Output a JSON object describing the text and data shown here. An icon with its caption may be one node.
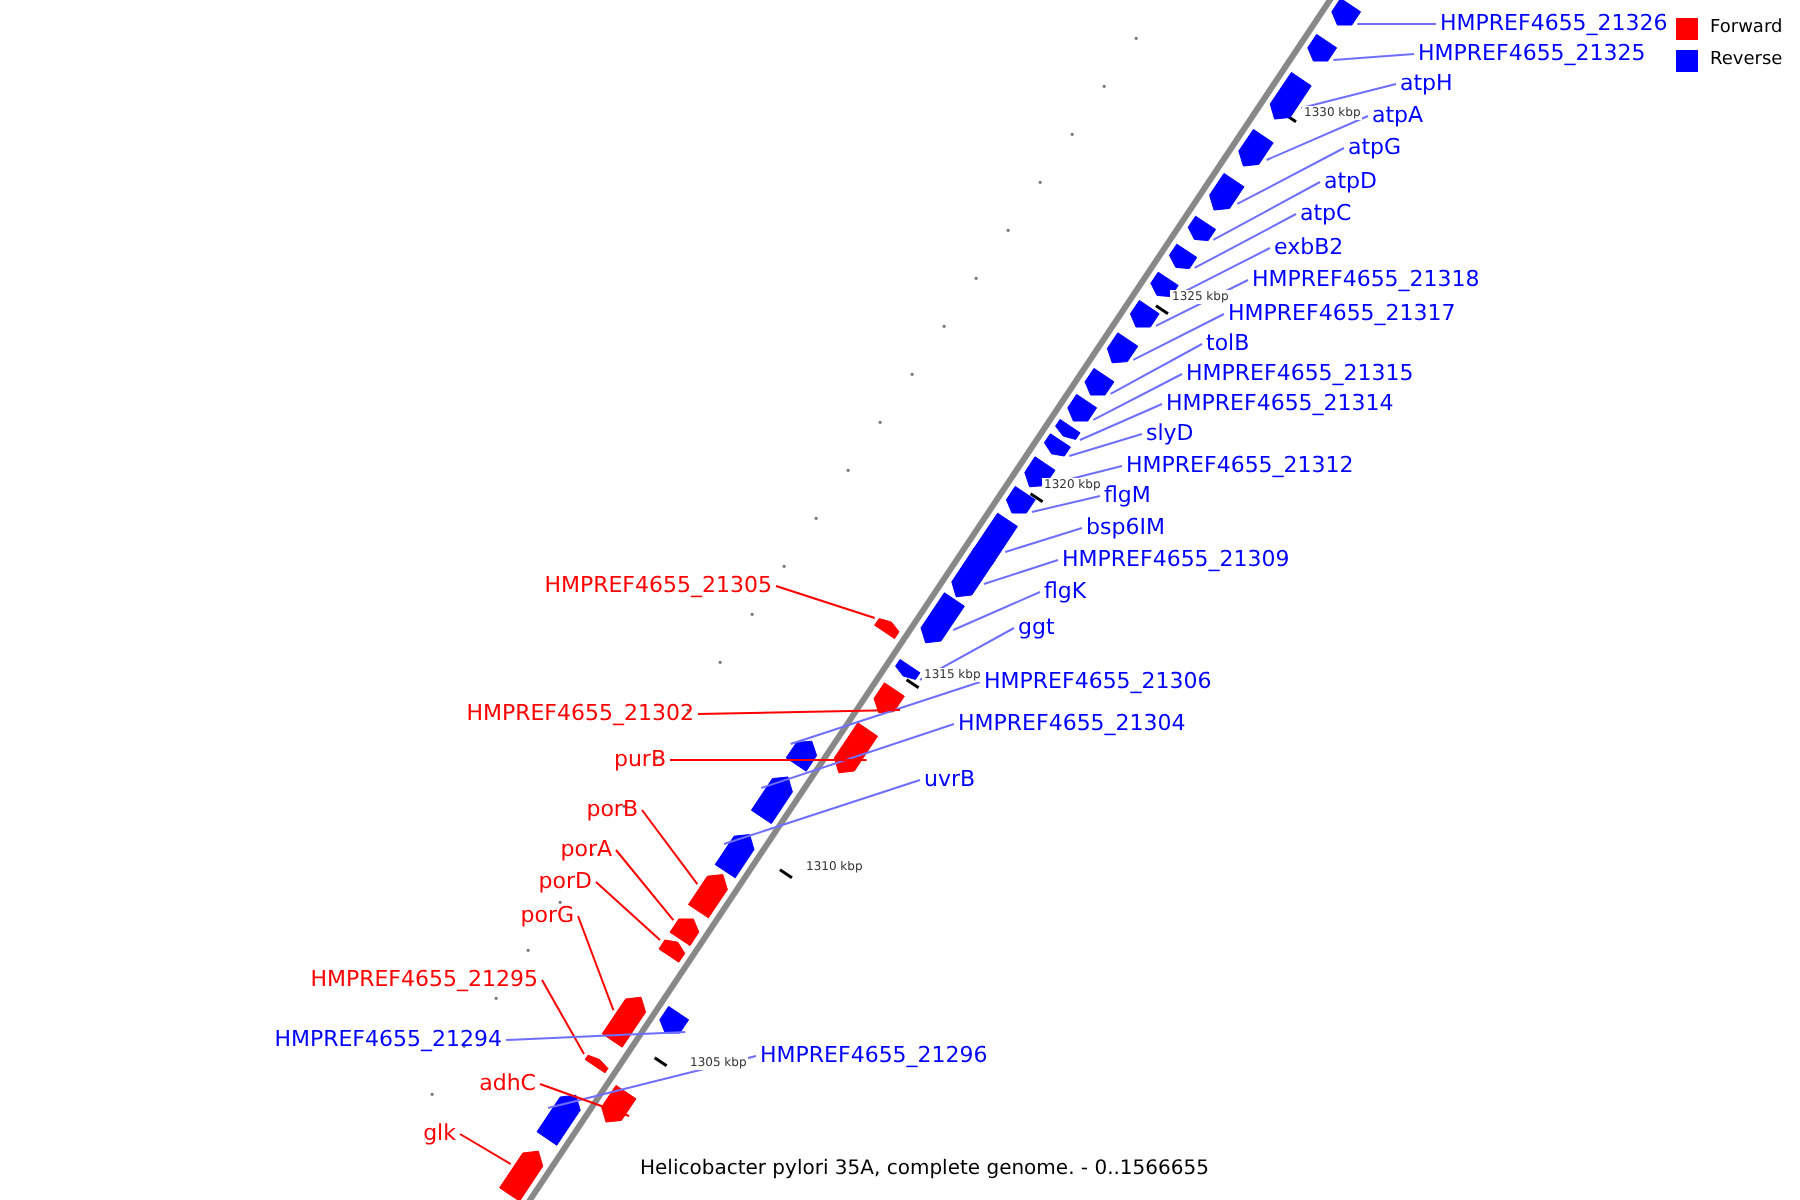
{
  "diagram": {
    "caption": "Helicobacter pylori 35A, complete genome. - 0..1566655",
    "nodes": [
      {
        "text": [
          "HMPREF4655_21326"
        ]
      },
      {
        "text": [],
        "shape": "bar"
      },
      {
        "text": [
          "HMPREF4655_21325"
        ]
      },
      {
        "text": [],
        "shape": "bar"
      },
      {
        "text": [
          "atpH"
        ]
      },
      {
        "text": [],
        "shape": "bar"
      },
      {
        "text": [
          "atpA"
        ]
      },
      {
        "text": [],
        "shape": "bar"
      },
      {
        "text": [
          "atpG"
        ]
      },
      {
        "text": [],
        "shape": "bar"
      },
      {
        "text": [
          "atpD"
        ]
      },
      {
        "text": [],
        "shape": "bar"
      },
      {
        "text": [
          "atpC"
        ]
      },
      {
        "text": [],
        "shape": "bar"
      },
      {
        "text": [
          "exbB2"
        ]
      },
      {
        "text": [],
        "shape": "bar"
      },
      {
        "text": [
          "HMPREF4655_21318"
        ]
      },
      {
        "text": [],
        "shape": "bar"
      },
      {
        "text": [
          "HMPREF4655_21317"
        ]
      },
      {
        "text": [],
        "shape": "bar"
      },
      {
        "text": [
          "tolB"
        ]
      },
      {
        "text": [],
        "shape": "bar"
      },
      {
        "text": [
          "HMPREF4655_21315"
        ]
      },
      {
        "text": [],
        "shape": "bar"
      },
      {
        "text": [
          "HMPREF4655_21314"
        ]
      },
      {
        "text": [],
        "shape": "bar"
      },
      {
        "text": [
          "slyD"
        ]
      },
      {
        "text": [],
        "shape": "bar"
      },
      {
        "text": [
          "HMPREF4655_21312"
        ]
      },
      {
        "text": [],
        "shape": "bar"
      },
      {
        "text": [
          "flgM"
        ]
      },
      {
        "text": [],
        "shape": "bar"
      },
      {
        "text": [
          "bsp6IM"
        ]
      },
      {
        "text": [],
        "shape": "bar"
      },
      {
        "text": [
          "HMPREF4655_21309"
        ]
      },
      {
        "text": [],
        "shape": "bar"
      },
      {
        "text": [
          "HMPREF4655_21305"
        ]
      },
      {
        "text": [],
        "shape": "bar"
      },
      {
        "text": [
          "flgK"
        ]
      },
      {
        "text": [],
        "shape": "bar"
      },
      {
        "text": [
          "ggt"
        ]
      },
      {
        "text": [],
        "shape": "bar"
      },
      {
        "text": [
          "HMPREF4655_21306"
        ]
      },
      {
        "text": [],
        "shape": "bar"
      },
      {
        "text": [
          "HMPREF4655_21302"
        ]
      },
      {
        "text": [],
        "shape": "bar"
      },
      {
        "text": [
          "HMPREF4655_21304"
        ]
      },
      {
        "text": [],
        "shape": "bar"
      },
      {
        "text": [
          "purB"
        ]
      },
      {
        "text": [],
        "shape": "bar"
      },
      {
        "text": [
          "uvrB"
        ]
      },
      {
        "text": [],
        "shape": "bar"
      },
      {
        "text": [
          "porB"
        ]
      },
      {
        "text": [],
        "shape": "bar"
      },
      {
        "text": [
          "porA"
        ]
      },
      {
        "text": [],
        "shape": "bar"
      },
      {
        "text": [
          "porD"
        ]
      },
      {
        "text": [],
        "shape": "bar"
      },
      {
        "text": [
          "porG"
        ]
      },
      {
        "text": [],
        "shape": "bar"
      },
      {
        "text": [
          "HMPREF4655_21295"
        ]
      },
      {
        "text": [],
        "shape": "bar"
      },
      {
        "text": [
          "HMPREF4655_21294"
        ]
      },
      {
        "text": [],
        "shape": "bar"
      },
      {
        "text": [
          "HMPREF4655_21296"
        ]
      },
      {
        "text": [],
        "shape": "bar"
      },
      {
        "text": [
          "adhC"
        ]
      },
      {
        "text": [],
        "shape": "bar"
      },
      {
        "text": [
          "glk"
        ]
      },
      {
        "text": [],
        "shape": "bar"
      }
    ],
    "edges": [
      {
        "from": 0,
        "to": 1,
        "arrow": "none"
      },
      {
        "from": 2,
        "to": 3,
        "arrow": "none"
      },
      {
        "from": 4,
        "to": 5,
        "arrow": "none"
      },
      {
        "from": 6,
        "to": 7,
        "arrow": "none"
      },
      {
        "from": 8,
        "to": 9,
        "arrow": "none"
      },
      {
        "from": 10,
        "to": 11,
        "arrow": "none"
      },
      {
        "from": 12,
        "to": 13,
        "arrow": "none"
      },
      {
        "from": 14,
        "to": 15,
        "arrow": "none"
      },
      {
        "from": 16,
        "to": 17,
        "arrow": "none"
      },
      {
        "from": 18,
        "to": 19,
        "arrow": "none"
      },
      {
        "from": 20,
        "to": 21,
        "arrow": "none"
      },
      {
        "from": 22,
        "to": 23,
        "arrow": "none"
      },
      {
        "from": 24,
        "to": 25,
        "arrow": "none"
      },
      {
        "from": 26,
        "to": 27,
        "arrow": "none"
      },
      {
        "from": 28,
        "to": 29,
        "arrow": "none"
      },
      {
        "from": 30,
        "to": 31,
        "arrow": "none"
      },
      {
        "from": 32,
        "to": 33,
        "arrow": "none"
      },
      {
        "from": 34,
        "to": 35,
        "arrow": "none"
      },
      {
        "from": 36,
        "to": 37,
        "arrow": "none",
        "color": "#ff0000"
      },
      {
        "from": 38,
        "to": 39,
        "arrow": "none"
      },
      {
        "from": 40,
        "to": 41,
        "arrow": "none"
      },
      {
        "from": 42,
        "to": 43,
        "arrow": "none"
      },
      {
        "from": 44,
        "to": 45,
        "arrow": "none",
        "color": "#ff0000"
      },
      {
        "from": 46,
        "to": 47,
        "arrow": "none"
      },
      {
        "from": 48,
        "to": 49,
        "arrow": "none",
        "color": "#ff0000"
      },
      {
        "from": 50,
        "to": 51,
        "arrow": "none"
      },
      {
        "from": 52,
        "to": 53,
        "arrow": "none",
        "color": "#ff0000"
      },
      {
        "from": 54,
        "to": 55,
        "arrow": "none",
        "color": "#ff0000"
      },
      {
        "from": 56,
        "to": 57,
        "arrow": "none",
        "color": "#ff0000"
      },
      {
        "from": 58,
        "to": 59,
        "arrow": "none",
        "color": "#ff0000"
      },
      {
        "from": 60,
        "to": 61,
        "arrow": "none",
        "color": "#ff0000"
      },
      {
        "from": 62,
        "to": 63,
        "arrow": "none"
      },
      {
        "from": 64,
        "to": 65,
        "arrow": "none"
      },
      {
        "from": 66,
        "to": 67,
        "arrow": "none",
        "color": "#ff0000"
      },
      {
        "from": 68,
        "to": 69,
        "arrow": "none",
        "color": "#ff0000"
      }
    ],
    "labels": [
      "1330 kbp",
      "1325 kbp",
      "1320 kbp",
      "1315 kbp",
      "1310 kbp",
      "1305 kbp"
    ],
    "legend": [
      {
        "text": "Forward",
        "color": "#ff0000"
      },
      {
        "text": "Reverse",
        "color": "#0000ff"
      }
    ]
  }
}
